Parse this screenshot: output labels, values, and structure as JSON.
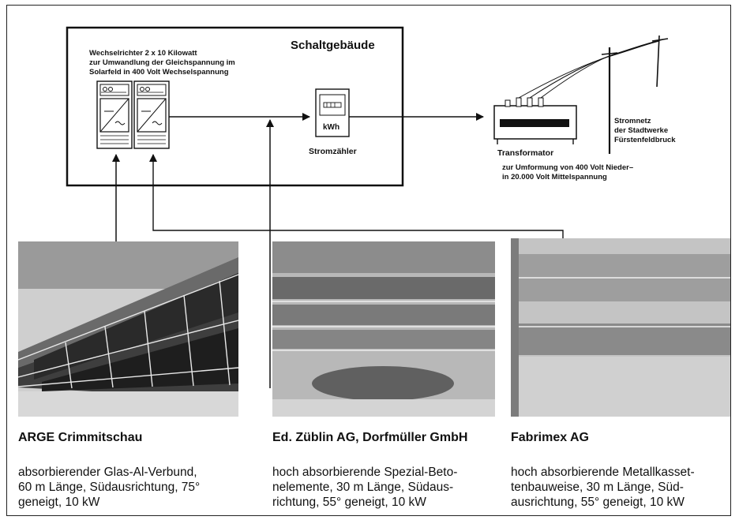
{
  "building": {
    "title": "Schaltgebäude",
    "inverter_text": "Wechselrichter 2 x 10 Kilowatt zur Umwandlung der Gleichspannung im Solarfeld in 400 Volt Wechselspannung",
    "inverter_line1": "Wechselrichter 2 x 10 Kilowatt",
    "inverter_line2": "zur Umwandlung der Gleichspannung im",
    "inverter_line3": "Solarfeld in 400 Volt Wechselspannung",
    "meter_unit": "kWh",
    "meter_label": "Stromzähler"
  },
  "transformer": {
    "label": "Transformator",
    "desc_line1": "zur Umformung von 400 Volt Nieder–",
    "desc_line2": "in 20.000 Volt Mittelspannung"
  },
  "grid": {
    "line1": "Stromnetz",
    "line2": "der Stadtwerke",
    "line3": "Fürstenfeldbruck"
  },
  "installations": [
    {
      "company": "ARGE Crimmitschau",
      "desc_line1": "absorbierender  Glas-Al-Verbund,",
      "desc_line2": "60 m Länge, Südausrichtung, 75°",
      "desc_line3": "geneigt, 10 kW"
    },
    {
      "company": "Ed. Züblin AG, Dorfmüller GmbH",
      "desc_line1": "hoch absorbierende Spezial-Beto-",
      "desc_line2": "nelemente, 30 m Länge, Südaus-",
      "desc_line3": "richtung, 55° geneigt, 10 kW"
    },
    {
      "company": "Fabrimex AG",
      "desc_line1": "hoch absorbierende Metallkasset-",
      "desc_line2": "tenbauweise, 30 m Länge, Süd-",
      "desc_line3": "ausrichtung, 55° geneigt, 10 kW"
    }
  ]
}
